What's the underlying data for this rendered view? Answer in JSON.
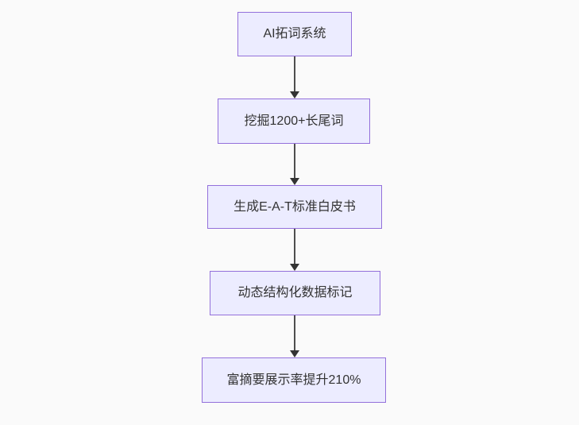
{
  "page": {
    "background": "#fafafa"
  },
  "flowchart": {
    "type": "vertical-flowchart",
    "style": {
      "node_fill": "#ECECFF",
      "node_border": "#9370DB",
      "text_color": "#333333",
      "arrow_color": "#333333",
      "arrow_line": "#4e4e4e"
    },
    "nodes": [
      {
        "id": "step-1",
        "label": "AI拓词系统"
      },
      {
        "id": "step-2",
        "label": "挖掘1200+长尾词"
      },
      {
        "id": "step-3",
        "label": "生成E-A-T标准白皮书"
      },
      {
        "id": "step-4",
        "label": "动态结构化数据标记"
      },
      {
        "id": "step-5",
        "label": "富摘要展示率提升210%"
      }
    ],
    "edges": [
      {
        "from": "step-1",
        "to": "step-2"
      },
      {
        "from": "step-2",
        "to": "step-3"
      },
      {
        "from": "step-3",
        "to": "step-4"
      },
      {
        "from": "step-4",
        "to": "step-5"
      }
    ]
  }
}
